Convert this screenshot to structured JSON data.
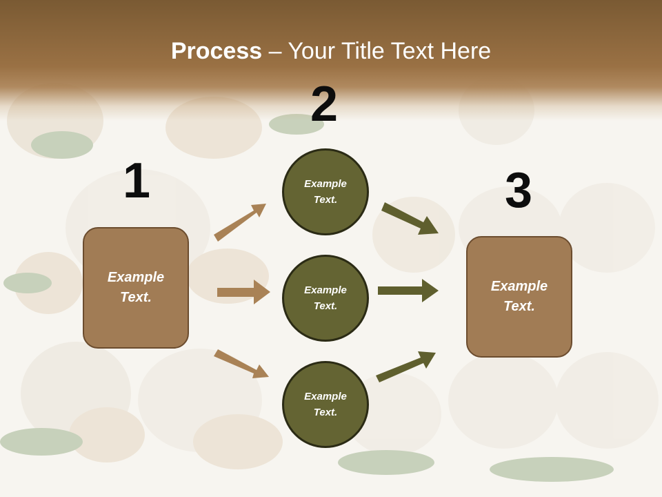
{
  "title": {
    "bold": "Process",
    "rest": " – Your Title Text Here"
  },
  "steps": {
    "one": "1",
    "two": "2",
    "three": "3"
  },
  "left_box": {
    "text": "Example Text."
  },
  "right_box": {
    "text": "Example Text."
  },
  "circles": [
    {
      "text": "Example Text."
    },
    {
      "text": "Example Text."
    },
    {
      "text": "Example Text."
    }
  ],
  "colors": {
    "box_fill": "#a17c55",
    "circle_fill": "#646433",
    "arrow_brown": "#a98256",
    "arrow_green": "#5f5f2e",
    "title_band": "#8a6640"
  }
}
